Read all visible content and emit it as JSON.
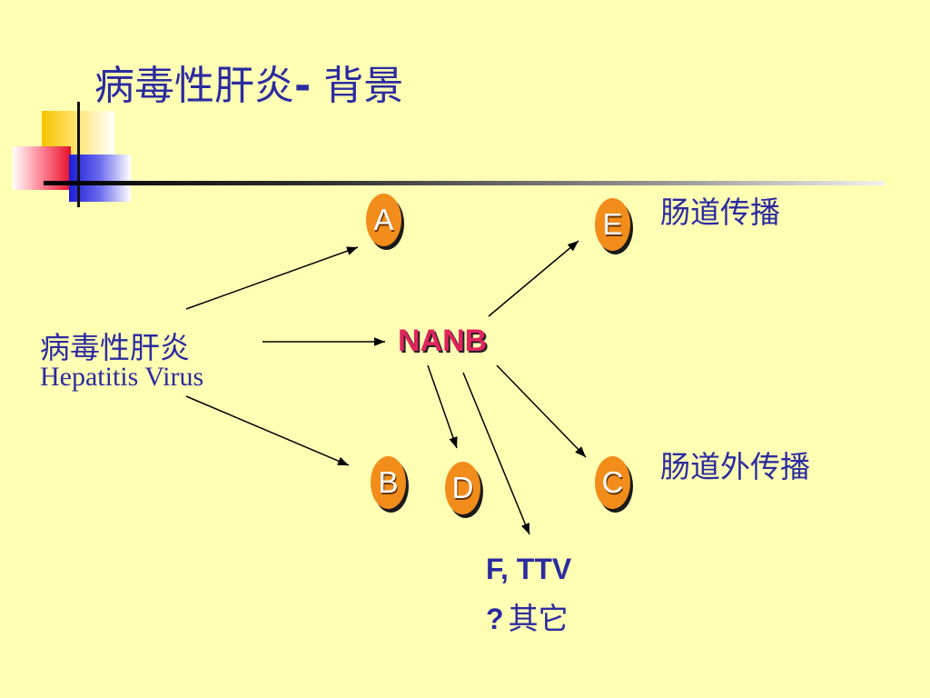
{
  "slide": {
    "title_main": "病毒性肝炎",
    "title_sep": "-",
    "title_sub": "背景"
  },
  "source": {
    "label_cn": "病毒性肝炎",
    "label_en": "Hepatitis  Virus"
  },
  "hub": {
    "label": "NANB"
  },
  "nodes": [
    {
      "id": "A",
      "label": "A"
    },
    {
      "id": "E",
      "label": "E"
    },
    {
      "id": "B",
      "label": "B"
    },
    {
      "id": "D",
      "label": "D"
    },
    {
      "id": "C",
      "label": "C"
    }
  ],
  "groups": {
    "enteric": "肠道传播",
    "parenteral": "肠道外传播"
  },
  "others": {
    "line1": "F,  TTV",
    "line2_mark": "?",
    "line2_text": "其它"
  },
  "colors": {
    "background": "#FFFFB3",
    "text": "#2B2BA0",
    "node_fill": "#F28C1A",
    "hub_text": "#E0245E"
  }
}
